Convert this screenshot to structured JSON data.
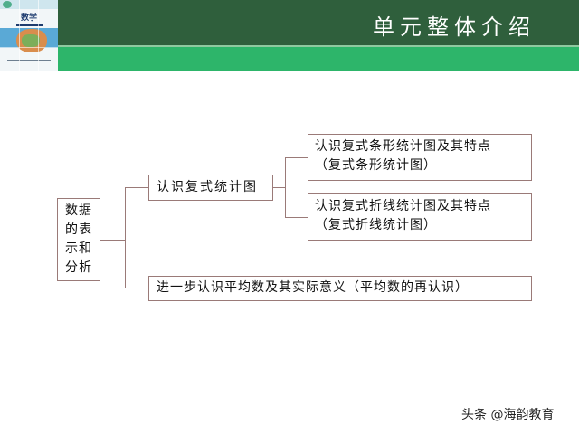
{
  "header": {
    "title": "单元整体介绍",
    "colors": {
      "dark_band": "#2f5f3c",
      "green_band": "#2db56a"
    },
    "cover_thumbnail": {
      "subject": "数学"
    }
  },
  "diagram": {
    "root": "数据的表示和分析",
    "branches": [
      {
        "label": "认识复式统计图",
        "children": [
          {
            "line1": "认识复式条形统计图及其特点",
            "line2": "（复式条形统计图）"
          },
          {
            "line1": "认识复式折线统计图及其特点",
            "line2": "（复式折线统计图）"
          }
        ]
      },
      {
        "label": "进一步认识平均数及其实际意义（平均数的再认识）",
        "children": []
      }
    ],
    "line_color": "#9a7a78"
  },
  "watermark": "头条 @海韵教育"
}
